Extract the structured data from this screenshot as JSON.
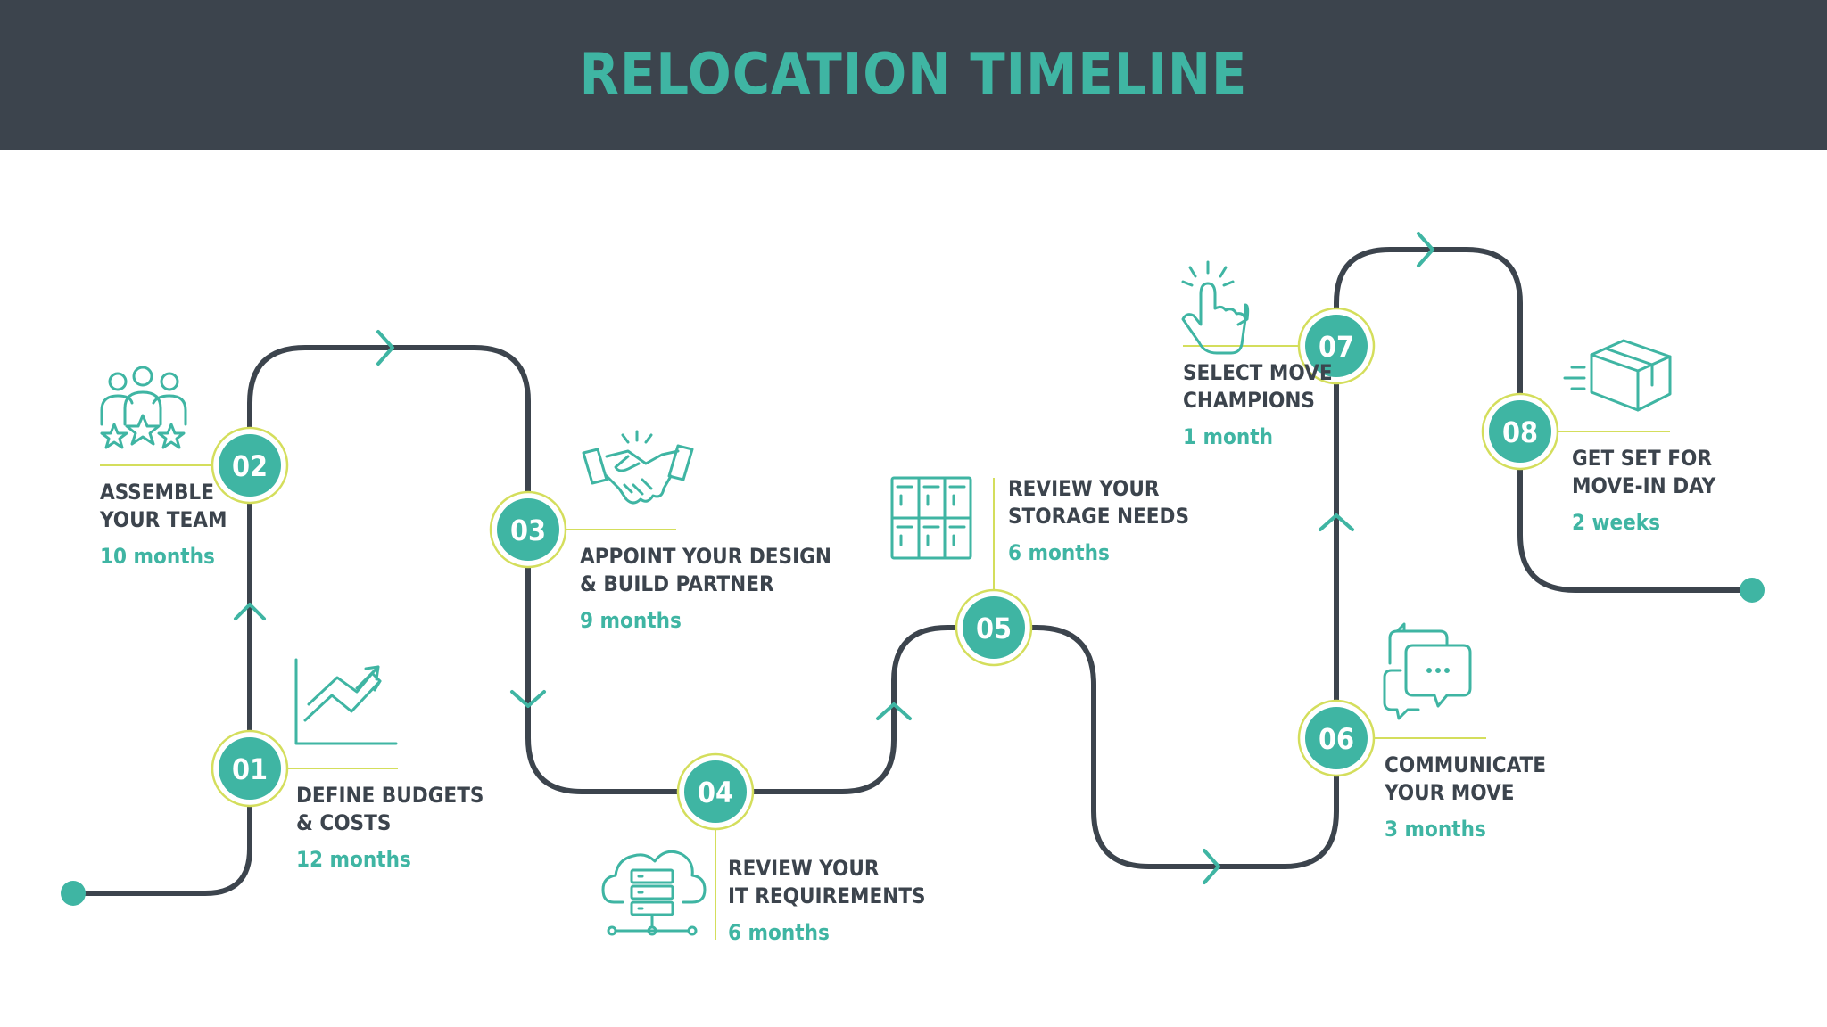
{
  "title": "RELOCATION TIMELINE",
  "colors": {
    "header_bg": "#3c444d",
    "title": "#3fb5a3",
    "teal": "#3fb5a3",
    "lime": "#d4de5c",
    "path": "#3c444d",
    "label": "#3c444d",
    "duration": "#3fb5a3"
  },
  "steps": [
    {
      "number": "01",
      "name": [
        "DEFINE BUDGETS",
        "& COSTS"
      ],
      "duration": "12 months",
      "icon": "growth-chart-icon"
    },
    {
      "number": "02",
      "name": [
        "ASSEMBLE",
        "YOUR TEAM"
      ],
      "duration": "10 months",
      "icon": "team-stars-icon"
    },
    {
      "number": "03",
      "name": [
        "APPOINT YOUR DESIGN",
        "& BUILD PARTNER"
      ],
      "duration": "9 months",
      "icon": "handshake-icon"
    },
    {
      "number": "04",
      "name": [
        "REVIEW YOUR",
        "IT REQUIREMENTS"
      ],
      "duration": "6 months",
      "icon": "cloud-server-icon"
    },
    {
      "number": "05",
      "name": [
        "REVIEW YOUR",
        "STORAGE NEEDS"
      ],
      "duration": "6 months",
      "icon": "lockers-icon"
    },
    {
      "number": "06",
      "name": [
        "COMMUNICATE",
        "YOUR MOVE"
      ],
      "duration": "3 months",
      "icon": "chat-bubbles-icon"
    },
    {
      "number": "07",
      "name": [
        "SELECT MOVE",
        "CHAMPIONS"
      ],
      "duration": "1 month",
      "icon": "pointer-hand-icon"
    },
    {
      "number": "08",
      "name": [
        "GET SET FOR",
        "MOVE-IN DAY"
      ],
      "duration": "2 weeks",
      "icon": "moving-box-icon"
    }
  ]
}
